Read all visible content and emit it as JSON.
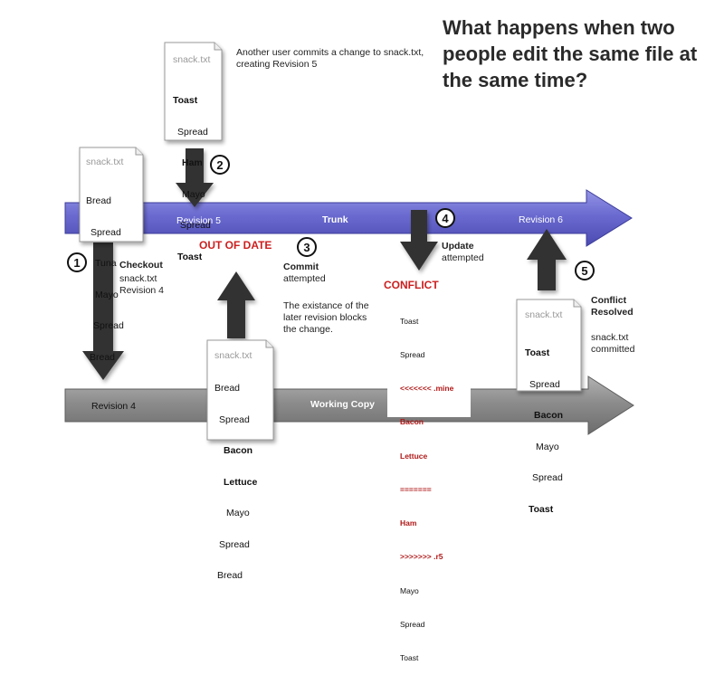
{
  "title": "What happens when two people edit the same file at the same time?",
  "lanes": {
    "trunk_label": "Trunk",
    "working_copy_label": "Working Copy",
    "revision_4": "Revision 4",
    "revision_5": "Revision 5",
    "revision_6": "Revision 6"
  },
  "steps": {
    "s1": "1",
    "s2": "2",
    "s3": "3",
    "s4": "4",
    "s5": "5"
  },
  "notes": {
    "another_user": "Another user commits a change to snack.txt, creating Revision 5",
    "checkout_bold": "Checkout",
    "checkout_rest": "snack.txt\nRevision 4",
    "out_of_date": "OUT OF DATE",
    "commit_bold": "Commit",
    "commit_rest": "attempted",
    "existance": "The existance of the later revision blocks the change.",
    "update_bold": "Update",
    "update_rest": "attempted",
    "conflict": "CONFLICT",
    "resolved_bold": "Conflict\nResolved",
    "resolved_rest": "snack.txt\ncommitted"
  },
  "docs": {
    "rev5_doc": {
      "filename": "snack.txt",
      "lines": [
        "Toast",
        "Spread",
        "Ham",
        "Mayo",
        "Spread",
        "Toast"
      ]
    },
    "checkout_doc": {
      "filename": "snack.txt",
      "lines": [
        "Bread",
        "Spread",
        "Tuna",
        "Mayo",
        "Spread",
        "Bread"
      ]
    },
    "local_doc": {
      "filename": "snack.txt",
      "lines": [
        "Bread",
        "Spread",
        "Bacon",
        "Lettuce",
        "Mayo",
        "Spread",
        "Bread"
      ]
    },
    "resolved_doc": {
      "filename": "snack.txt",
      "lines": [
        "Toast",
        "Spread",
        "Bacon",
        "Mayo",
        "Spread",
        "Toast"
      ]
    },
    "conflict_doc": {
      "lines": [
        "Toast",
        "Spread",
        "<<<<<<< .mine",
        "Bacon",
        "Lettuce",
        "=======",
        "Ham",
        ">>>>>>> .r5",
        "Mayo",
        "Spread",
        "Toast"
      ]
    }
  },
  "colors": {
    "trunk": "#6666cc",
    "working_copy": "#8a8a8a",
    "arrow": "#333333",
    "conflict_red": "#cc1f1f"
  }
}
